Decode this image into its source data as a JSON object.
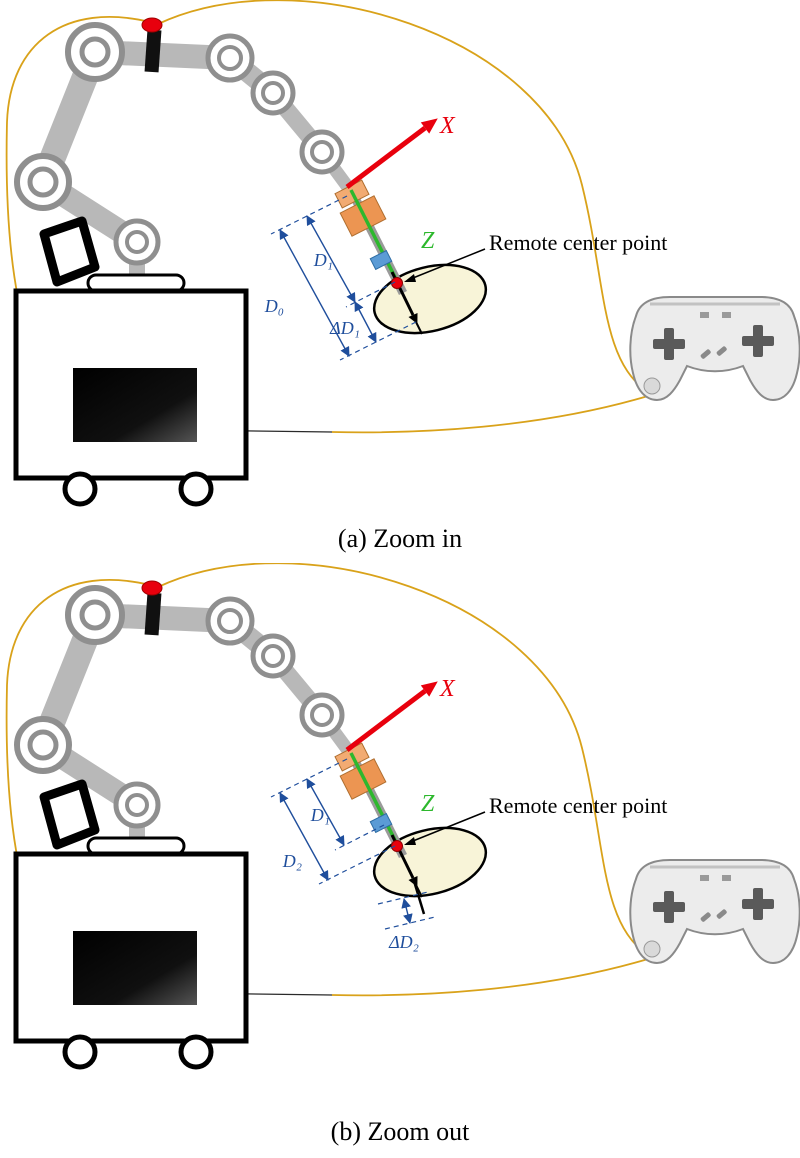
{
  "figure": {
    "panels": [
      {
        "caption": "(a) Zoom in",
        "x_axis_label": "X",
        "z_axis_label": "Z",
        "remote_center_label": "Remote center point",
        "dim_labels": {
          "outer": "D₀",
          "inner": "D₁",
          "delta": "ΔD₁"
        }
      },
      {
        "caption": "(b) Zoom out",
        "x_axis_label": "X",
        "z_axis_label": "Z",
        "remote_center_label": "Remote center point",
        "dim_labels": {
          "inner": "D₁",
          "outer": "D₂",
          "delta": "ΔD₂"
        }
      }
    ],
    "colors": {
      "x_axis": "#e8000d",
      "z_label": "#2db82d",
      "dimensions": "#1f4e9c",
      "cable": "#d9a21a",
      "remote_center_dot": "#e8000d",
      "endoscope_mount": "#ec9552",
      "trocar_connector": "#5b9bd5",
      "tissue": "#f8f4d8",
      "arm": "#b8b8b8"
    }
  }
}
